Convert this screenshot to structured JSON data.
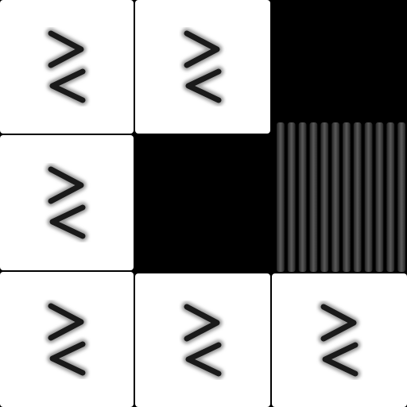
{
  "board": {
    "rows": 3,
    "cols": 3,
    "background": "#000000",
    "tile_color": "#ffffff",
    "glyph_color": "#1a1a1a",
    "stripe_color": "#5a5a5a",
    "tiles": [
      {
        "id": "r0c0",
        "row": 0,
        "col": 0,
        "state": "revealed",
        "icon": "chevron-pair-icon"
      },
      {
        "id": "r0c1",
        "row": 0,
        "col": 1,
        "state": "revealed",
        "icon": "chevron-pair-icon"
      },
      {
        "id": "r0c2",
        "row": 0,
        "col": 2,
        "state": "empty",
        "icon": ""
      },
      {
        "id": "r1c0",
        "row": 1,
        "col": 0,
        "state": "revealed",
        "icon": "chevron-pair-icon"
      },
      {
        "id": "r1c1",
        "row": 1,
        "col": 1,
        "state": "empty",
        "icon": ""
      },
      {
        "id": "r1c2",
        "row": 1,
        "col": 2,
        "state": "sliding",
        "icon": "striped-tile-icon"
      },
      {
        "id": "r2c0",
        "row": 2,
        "col": 0,
        "state": "revealed",
        "icon": "chevron-pair-icon"
      },
      {
        "id": "r2c1",
        "row": 2,
        "col": 1,
        "state": "revealed",
        "icon": "chevron-pair-icon"
      },
      {
        "id": "r2c2",
        "row": 2,
        "col": 2,
        "state": "revealed",
        "icon": "chevron-pair-icon"
      }
    ]
  }
}
